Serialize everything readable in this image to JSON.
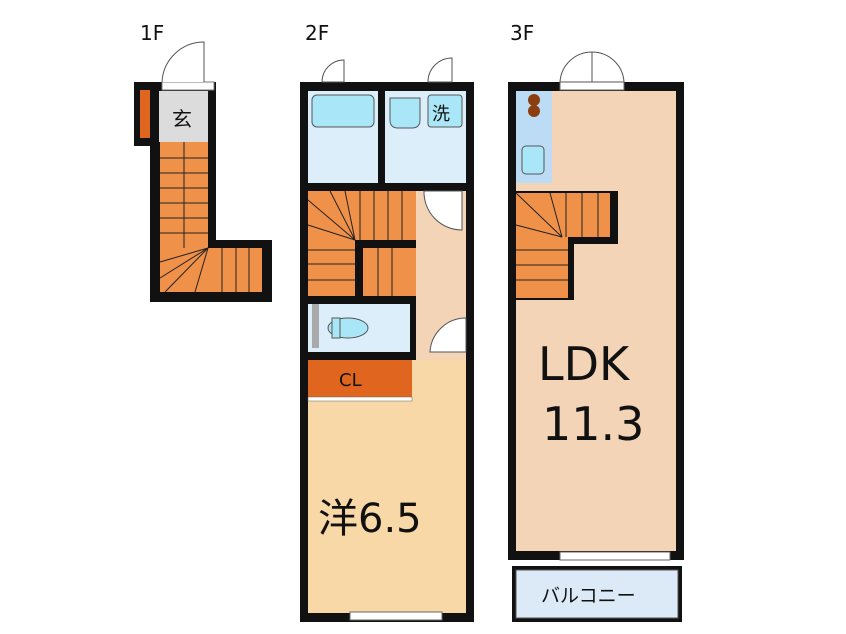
{
  "floors": [
    {
      "label": "1F",
      "rooms": [
        {
          "label": "玄"
        }
      ]
    },
    {
      "label": "2F",
      "rooms": [
        {
          "label": "洗"
        },
        {
          "label": "CL"
        },
        {
          "label": "洋6.5"
        }
      ]
    },
    {
      "label": "3F",
      "rooms": [
        {
          "label": "LDK"
        },
        {
          "label": "11.3"
        },
        {
          "label": "バルコニー"
        }
      ]
    }
  ],
  "colors": {
    "wall": "#111111",
    "stairs": "#f0914a",
    "closet": "#e0661f",
    "wet_area": "#dbeefa",
    "fixture": "#a9e6f7",
    "genkan": "#dcdcdc",
    "western_room": "#f7d8a6",
    "ldk": "#f3d4b6",
    "balcony": "#dce9f7"
  }
}
